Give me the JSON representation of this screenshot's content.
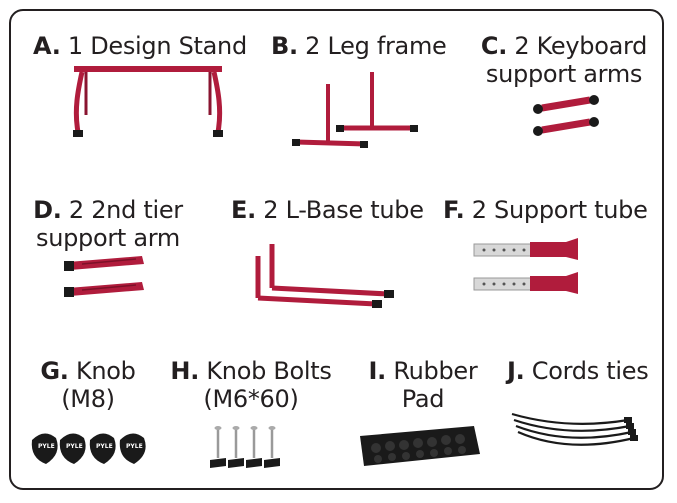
{
  "parts": {
    "a": {
      "letter": "A.",
      "text": "1 Design Stand"
    },
    "b": {
      "letter": "B.",
      "text": "2 Leg frame"
    },
    "c": {
      "letter": "C.",
      "text": "2 Keyboard",
      "text2": "support arms"
    },
    "d": {
      "letter": "D.",
      "text": "2 2nd tier",
      "text2": "support arm"
    },
    "e": {
      "letter": "E.",
      "text": "2 L-Base tube"
    },
    "f": {
      "letter": "F.",
      "text": "2 Support tube"
    },
    "g": {
      "letter": "G.",
      "text": "Knob",
      "text2": "(M8)"
    },
    "h": {
      "letter": "H.",
      "text": "Knob Bolts",
      "text2": "(M6*60)"
    },
    "i": {
      "letter": "I.",
      "text": "Rubber",
      "text2": "Pad"
    },
    "j": {
      "letter": "J.",
      "text": "Cords ties"
    }
  },
  "colors": {
    "tube": "#b01c3c",
    "tube_dark": "#7d1028",
    "black": "#1a1a1a",
    "border": "#231f20"
  },
  "knob_logo": "PYLE"
}
